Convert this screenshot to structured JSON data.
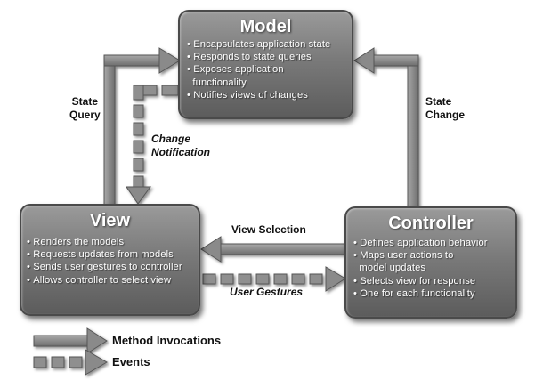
{
  "model": {
    "title": "Model",
    "items": [
      "Encapsulates application state",
      "Responds to state queries",
      "Exposes application",
      "functionality",
      "Notifies views of changes"
    ]
  },
  "view": {
    "title": "View",
    "items": [
      "Renders the models",
      "Requests updates from models",
      "Sends user gestures to controller",
      "Allows controller to select view"
    ]
  },
  "controller": {
    "title": "Controller",
    "items": [
      "Defines application behavior",
      "Maps user actions to",
      "model updates",
      "Selects view for response",
      "One for each functionality"
    ]
  },
  "labels": {
    "state_query_1": "State",
    "state_query_2": "Query",
    "change_notification_1": "Change",
    "change_notification_2": "Notification",
    "state_change_1": "State",
    "state_change_2": "Change",
    "view_selection": "View Selection",
    "user_gestures": "User Gestures"
  },
  "legend": {
    "method_invocations": "Method Invocations",
    "events": "Events"
  },
  "colors": {
    "box_fill": "#7a7a7a",
    "arrow_fill": "#8a8a8a",
    "text": "#111111"
  }
}
